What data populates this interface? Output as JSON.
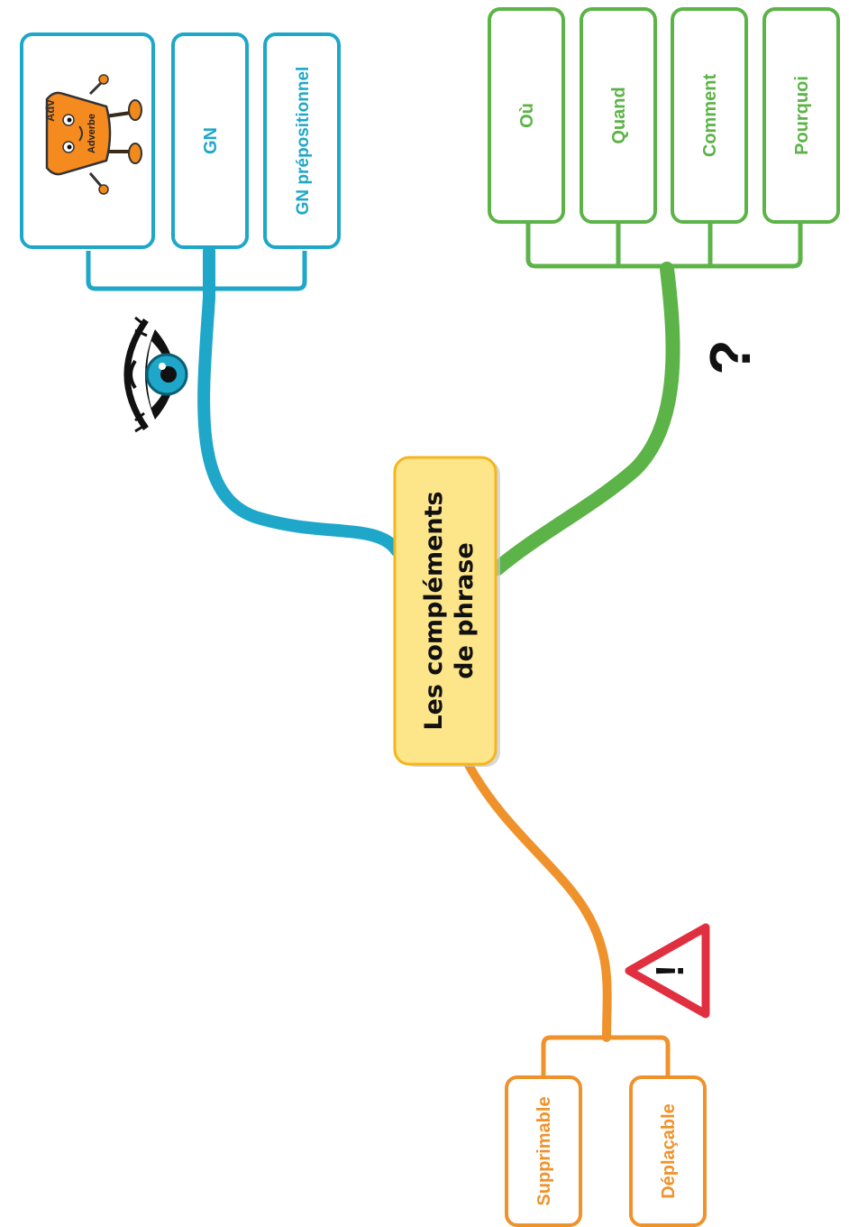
{
  "center": {
    "line1": "Les compléments",
    "line2": "de phrase"
  },
  "branches": {
    "forms": {
      "color": "#1ea7c9",
      "symbol": "eye-icon",
      "adverb_label": "Adverbe",
      "items": [
        "GN",
        "GN prépositionnel"
      ]
    },
    "questions": {
      "color": "#5cb347",
      "symbol": "?",
      "items": [
        "Où",
        "Quand",
        "Comment",
        "Pourquoi"
      ]
    },
    "properties": {
      "color": "#f0922b",
      "symbol": "warning-icon",
      "warning_mark": "!",
      "items": [
        "Supprimable",
        "Déplaçable"
      ]
    }
  },
  "colors": {
    "center_fill": "#fde58a",
    "center_stroke": "#f2b61f",
    "warning": "#e0303f"
  }
}
